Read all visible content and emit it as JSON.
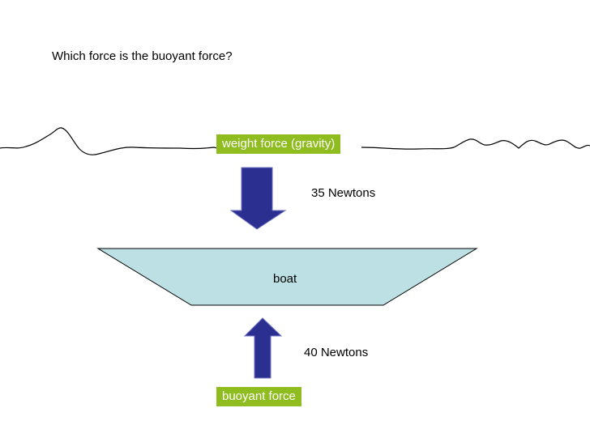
{
  "question": "Which force is the buoyant force?",
  "weight_force": {
    "label": "weight force (gravity)",
    "value": "35 Newtons"
  },
  "buoyant_force": {
    "label": "buoyant force",
    "value": "40 Newtons"
  },
  "boat": {
    "label": "boat"
  },
  "colors": {
    "arrow_fill": "#2b2f8f",
    "arrow_stroke": "#6d70c0",
    "label_fill": "#8fbc1f",
    "boat_fill": "#bde0e4"
  }
}
